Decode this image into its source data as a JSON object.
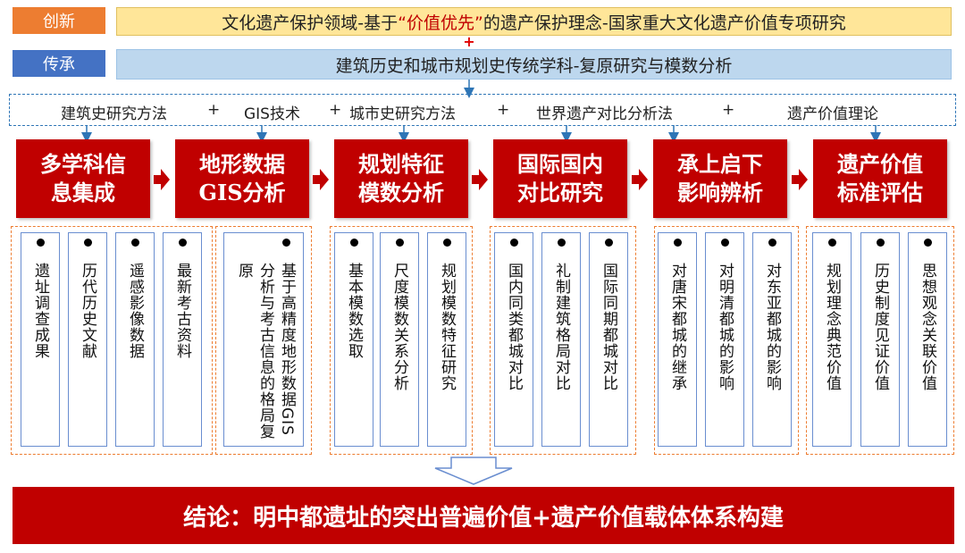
{
  "top": {
    "tag_innovation": "创新",
    "bar1_a": "文化遗产保护领域-基于",
    "bar1_hl": "“价值优先”",
    "bar1_b": "的遗产保护理念-国家重大文化遗产价值专项研究",
    "plus": "+",
    "tag_inherit": "传承",
    "bar2": "建筑历史和城市规划史传统学科-复原研究与模数分析"
  },
  "methods": {
    "items": [
      "建筑史研究方法",
      "+",
      "GIS技术",
      "+",
      "城市史研究方法",
      "+",
      "世界遗产对比分析法",
      "+",
      "遗产价值理论"
    ]
  },
  "stages": [
    {
      "line1": "多学科信",
      "line2": "息集成"
    },
    {
      "line1": "地形数据",
      "line2": "GIS分析"
    },
    {
      "line1": "规划特征",
      "line2": "模数分析"
    },
    {
      "line1": "国际国内",
      "line2": "对比研究"
    },
    {
      "line1": "承上启下",
      "line2": "影响辨析"
    },
    {
      "line1": "遗产价值",
      "line2": "标准评估"
    }
  ],
  "details": [
    [
      "遗址调查成果",
      "历代历史文献",
      "遥感影像数据",
      "最新考古资料"
    ],
    [
      "基于高精度地形数据GIS分析与考古信息的格局复原"
    ],
    [
      "基本模数选取",
      "尺度模数关系分析",
      "规划模数特征研究"
    ],
    [
      "国内同类都城对比",
      "礼制建筑格局对比",
      "国际同期都城对比"
    ],
    [
      "对唐宋都城的继承",
      "对明清都城的影响",
      "对东亚都城的影响"
    ],
    [
      "规划理念典范价值",
      "历史制度见证价值",
      "思想观念关联价值"
    ]
  ],
  "conclusion": "结论：明中都遗址的突出普遍价值+遗产价值载体体系构建",
  "colors": {
    "red": "#c00000",
    "orange": "#ed7d31",
    "blue": "#4472c4",
    "dash_blue": "#2e75b6"
  }
}
